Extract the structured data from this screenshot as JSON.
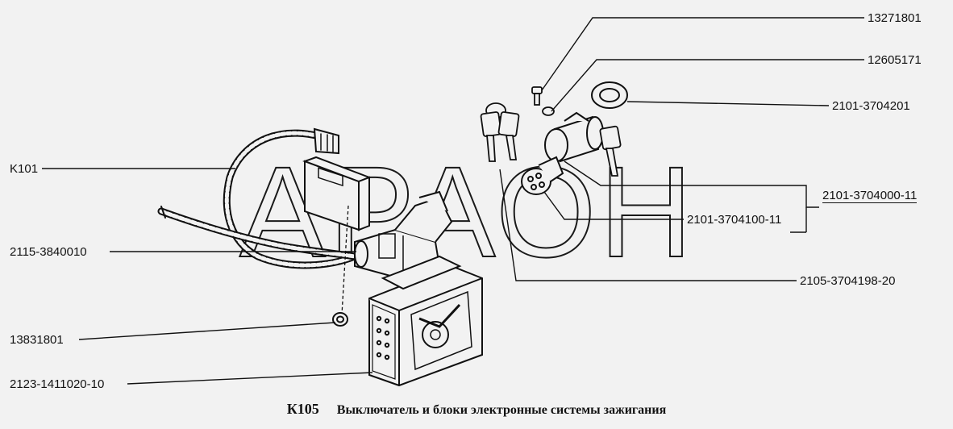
{
  "watermark": "АРАОН",
  "labels": {
    "k101": "K101",
    "sw2115": "2115-3840010",
    "n13831801": "13831801",
    "ecu2123": "2123-1411020-10",
    "n13271801": "13271801",
    "n12605171": "12605171",
    "n2101_3704201": "2101-3704201",
    "n2101_3704000": "2101-3704000-11",
    "n2101_3704100": "2101-3704100-11",
    "n2105_3704198": "2105-3704198-20"
  },
  "caption": {
    "code": "К105",
    "title": "Выключатель и блоки электронные системы зажигания"
  },
  "colors": {
    "background": "#f2f2f2",
    "ink": "#111111",
    "watermark": "#1a1a1a"
  }
}
